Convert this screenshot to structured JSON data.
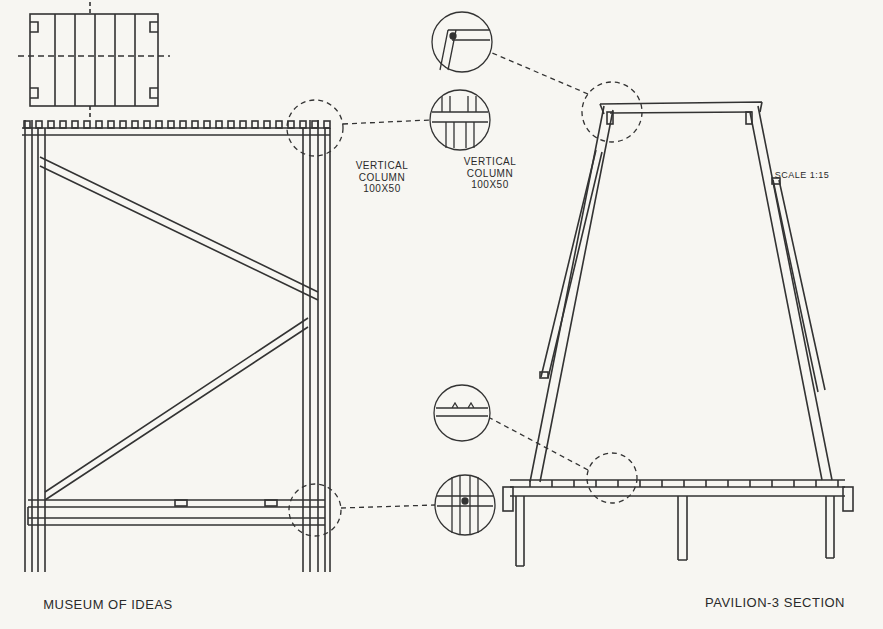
{
  "diagram": {
    "labels": [
      "VERTICAL COLUMN 100X50",
      "VERTICAL COLUMN 100X50",
      "SCALE 1:15",
      "MUSEUM OF IDEAS",
      "PAVILION-3 SECTION"
    ]
  }
}
